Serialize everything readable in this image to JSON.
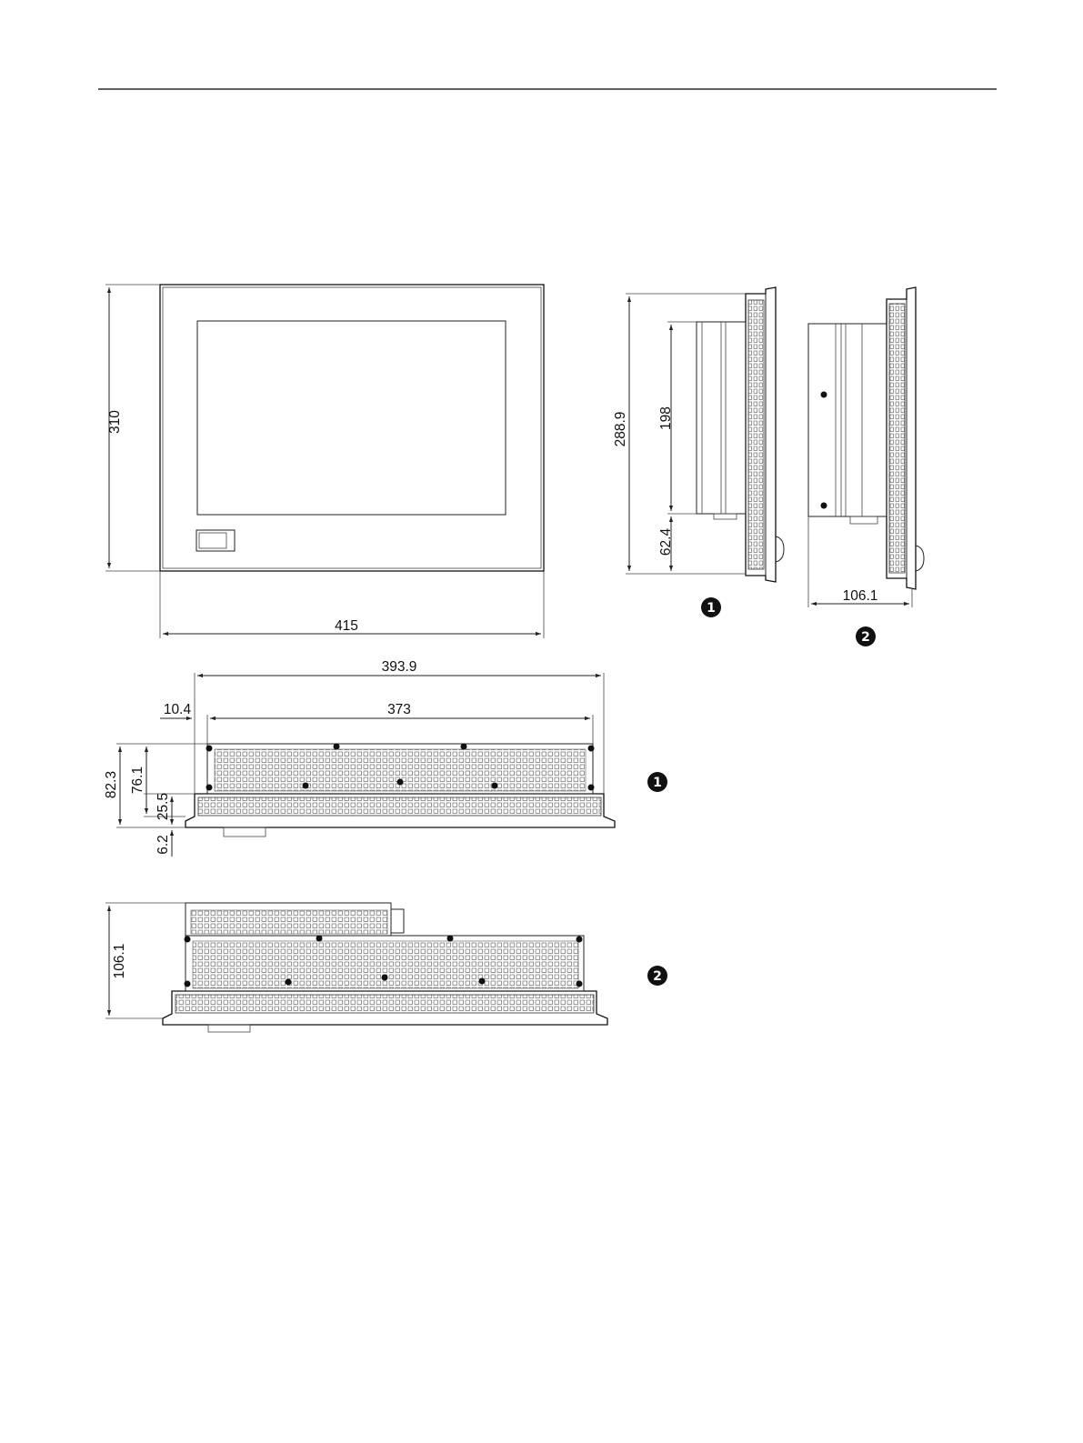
{
  "dimensions": {
    "front_height": "310",
    "front_width": "415",
    "side1_height": "288.9",
    "side1_housing": "198",
    "side1_bottom": "62.4",
    "side2_depth": "106.1",
    "top_width_outer": "393.9",
    "top_width_inner": "373",
    "top_offset": "10.4",
    "top_depth_total": "82.3",
    "top_depth_housing": "76.1",
    "top_depth_frame": "25.5",
    "top_depth_front": "6.2",
    "bottom_depth": "106.1"
  },
  "callouts": {
    "variant1": "1",
    "variant2": "2"
  },
  "colors": {
    "line": "#222222",
    "callout_fill": "#111111"
  }
}
